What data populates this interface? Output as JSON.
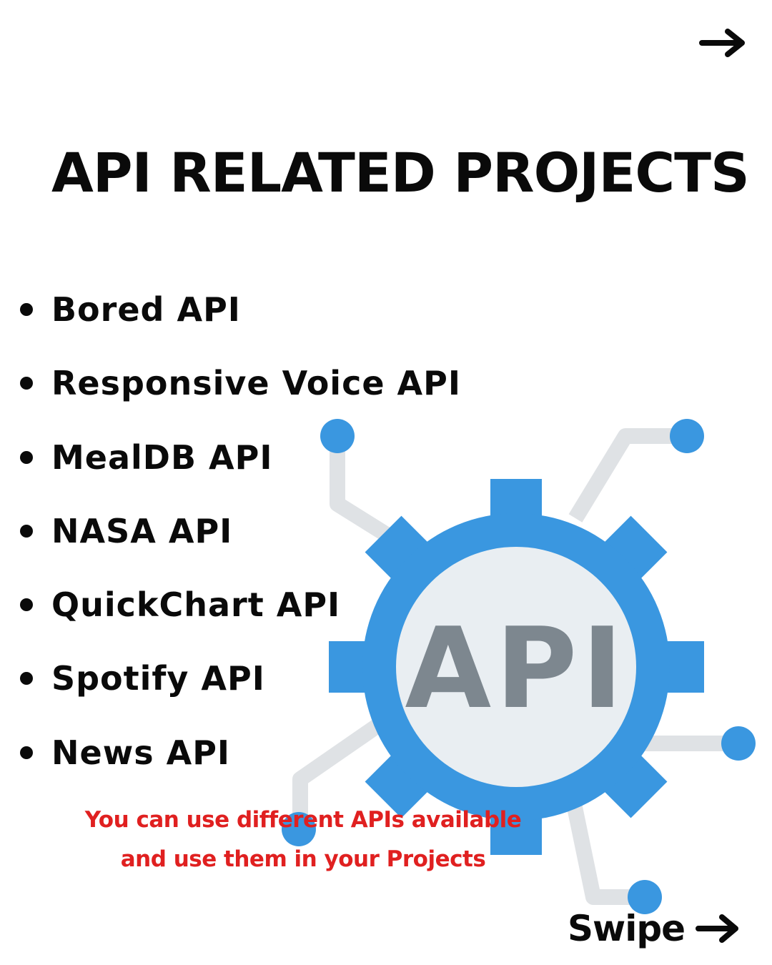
{
  "title": "API RELATED PROJECTS",
  "projects": [
    {
      "label": "Bored API"
    },
    {
      "label": "Responsive Voice API"
    },
    {
      "label": "MealDB API"
    },
    {
      "label": "NASA API"
    },
    {
      "label": "QuickChart API"
    },
    {
      "label": "Spotify API"
    },
    {
      "label": "News API"
    }
  ],
  "graphic": {
    "label": "API",
    "icon": "api-gear-icon",
    "colors": {
      "gear": "#3a97e0",
      "circuit": "#dfe2e5",
      "center": "#e9eef2",
      "text": "#7d878f"
    }
  },
  "note": {
    "line1": "You can use different APIs available",
    "line2": "and use them in your Projects",
    "color": "#e02020"
  },
  "nav": {
    "swipe_label": "Swipe",
    "next_icon": "arrow-right-icon"
  }
}
